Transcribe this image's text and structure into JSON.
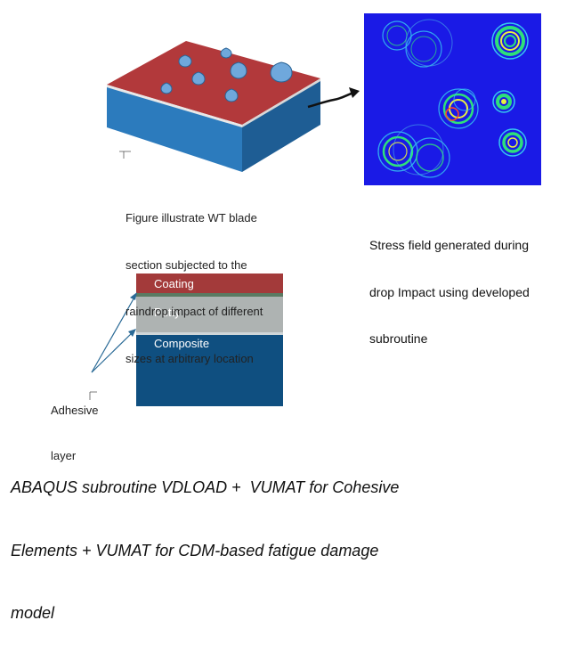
{
  "top_left_figure": {
    "caption_lines": [
      "Figure illustrate WT blade",
      "section subjected to the",
      "raindrop impact of different",
      "sizes at arbitrary location"
    ],
    "colors": {
      "top": "#b2393b",
      "front": "#2c7bbd",
      "side": "#1e5d94",
      "drop": "#6fa8dc",
      "drop_outline": "#2a6496"
    }
  },
  "stress_field": {
    "caption_lines": [
      "Stress field generated during",
      "drop Impact using developed",
      "subroutine"
    ],
    "colors": {
      "background": "#1a1ae6",
      "ring_green": "#2ee07a",
      "ring_yellow": "#e8f040",
      "ring_cyan": "#36c6f0"
    }
  },
  "layers": {
    "coating": {
      "label": "Coating",
      "color": "#a33a3a"
    },
    "putty": {
      "label": "Putty",
      "color": "#aeb3b2"
    },
    "composite": {
      "label": "Composite",
      "color": "#0f4f80"
    },
    "adhesive_color": "#5a7a62"
  },
  "adhesive_label_lines": [
    "Adhesive",
    "layer"
  ],
  "bottom_text_lines": [
    "ABAQUS subroutine VDLOAD +  VUMAT for Cohesive",
    "Elements + VUMAT for CDM-based fatigue damage",
    "model"
  ]
}
